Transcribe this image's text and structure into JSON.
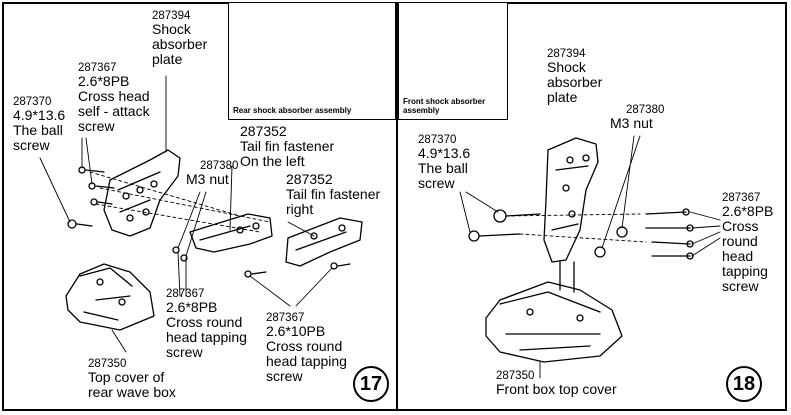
{
  "insets": {
    "rear_caption": "Rear shock absorber assembly",
    "front_caption": "Front shock absorber assembly"
  },
  "step17": {
    "number": "17",
    "shock_plate": {
      "code": "287394",
      "lines": [
        "Shock",
        "absorber",
        "plate"
      ]
    },
    "self_attack_screw": {
      "code": "287367",
      "lines": [
        "2.6*8PB",
        "Cross head",
        "self - attack",
        "screw"
      ]
    },
    "ball_screw": {
      "code": "287370",
      "lines": [
        "4.9*13.6",
        "The ball",
        "screw"
      ]
    },
    "tail_fin_left": {
      "code": "287352",
      "lines": [
        "Tail fin fastener",
        "On the left"
      ]
    },
    "m3_nut": {
      "code": "287380",
      "lines": [
        "M3 nut"
      ]
    },
    "tail_fin_right": {
      "code": "287352",
      "lines": [
        "Tail fin fastener",
        "right"
      ]
    },
    "tapping_8": {
      "code": "287367",
      "lines": [
        "2.6*8PB",
        "Cross round",
        "head tapping",
        "screw"
      ]
    },
    "tapping_10": {
      "code": "287367",
      "lines": [
        "2.6*10PB",
        "Cross round",
        "head tapping",
        "screw"
      ]
    },
    "top_cover": {
      "code": "287350",
      "lines": [
        "Top cover of",
        "rear wave box"
      ]
    }
  },
  "step18": {
    "number": "18",
    "shock_plate": {
      "code": "287394",
      "lines": [
        "Shock",
        "absorber",
        "plate"
      ]
    },
    "m3_nut": {
      "code": "287380",
      "lines": [
        "M3 nut"
      ]
    },
    "ball_screw": {
      "code": "287370",
      "lines": [
        "4.9*13.6",
        "The ball",
        "screw"
      ]
    },
    "tapping": {
      "code": "287367",
      "lines": [
        "2.6*8PB",
        "Cross",
        "round",
        "head",
        "tapping",
        "screw"
      ]
    },
    "top_cover": {
      "code": "287350",
      "lines": [
        "Front box top cover"
      ]
    }
  }
}
